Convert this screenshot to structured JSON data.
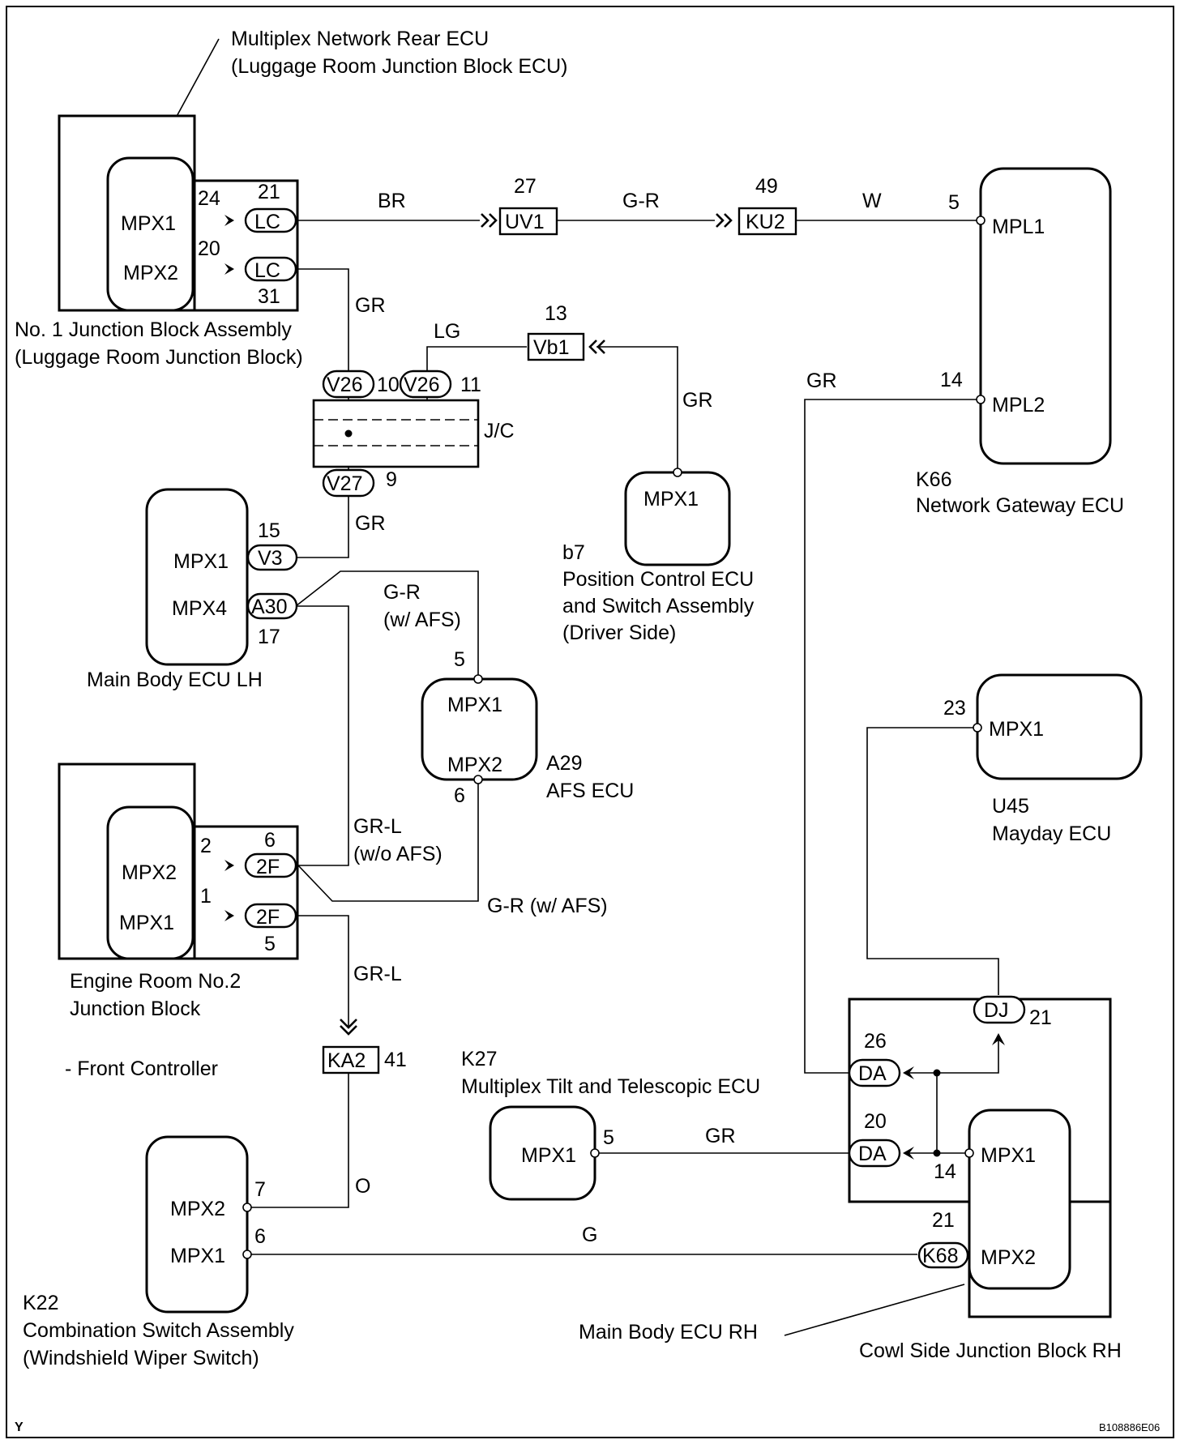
{
  "diagram": {
    "components": {
      "rear_ecu": {
        "name": "Multiplex Network Rear ECU",
        "name2": "(Luggage Room Junction Block ECU)",
        "mpx1": "MPX1",
        "mpx2": "MPX2",
        "pin_mpx1": "24",
        "pin_mpx2": "20"
      },
      "jb1": {
        "name": "No. 1 Junction Block Assembly",
        "name2": "(Luggage Room Junction Block)",
        "conn": "LC",
        "pin_a": "21",
        "pin_b": "31"
      },
      "uv1": {
        "label": "UV1",
        "pin": "27"
      },
      "ku2": {
        "label": "KU2",
        "pin": "49"
      },
      "gateway": {
        "id": "K66",
        "name": "Network Gateway ECU",
        "mpl1": "MPL1",
        "mpl2": "MPL2",
        "pin_mpl1": "5",
        "pin_mpl2": "14"
      },
      "jc": {
        "label": "J/C",
        "v26": "V26",
        "v27": "V27",
        "pin_a": "10",
        "pin_b": "11",
        "pin_c": "9"
      },
      "vb1": {
        "label": "Vb1",
        "pin": "13"
      },
      "position_ecu": {
        "id": "b7",
        "name": "Position Control ECU",
        "name2": "and Switch Assembly",
        "name3": "(Driver Side)",
        "mpx1": "MPX1"
      },
      "main_lh": {
        "name": "Main Body ECU LH",
        "mpx1": "MPX1",
        "mpx4": "MPX4",
        "conn_v3": "V3",
        "conn_a30": "A30",
        "pin_v3": "15",
        "pin_a30": "17"
      },
      "afs": {
        "id": "A29",
        "name": "AFS ECU",
        "mpx1": "MPX1",
        "mpx2": "MPX2",
        "pin_mpx1": "5",
        "pin_mpx2": "6"
      },
      "engine_jb": {
        "name": "Engine Room No.2",
        "name2": "Junction Block",
        "mpx2": "MPX2",
        "mpx1": "MPX1",
        "conn": "2F",
        "pin_mpx2": "2",
        "pin_mpx1": "1",
        "pin_2f_a": "6",
        "pin_2f_b": "5"
      },
      "front_controller": {
        "label": "- Front Controller"
      },
      "ka2": {
        "label": "KA2",
        "pin": "41"
      },
      "mayday": {
        "id": "U45",
        "name": "Mayday ECU",
        "mpx1": "MPX1",
        "pin": "23"
      },
      "tilt": {
        "id": "K27",
        "name": "Multiplex Tilt and Telescopic ECU",
        "mpx1": "MPX1",
        "pin": "5"
      },
      "cowl": {
        "name": "Cowl Side Junction Block RH",
        "dj": "DJ",
        "da": "DA",
        "pin_dj": "21",
        "pin_da_a": "26",
        "pin_da_b": "20",
        "pin_14": "14",
        "pin_21": "21"
      },
      "main_rh": {
        "name": "Main Body ECU RH",
        "mpx1": "MPX1",
        "mpx2": "MPX2",
        "conn": "K68"
      },
      "combo": {
        "id": "K22",
        "name": "Combination Switch Assembly",
        "name2": "(Windshield Wiper Switch)",
        "mpx2": "MPX2",
        "mpx1": "MPX1",
        "pin_mpx2": "7",
        "pin_mpx1": "6"
      }
    },
    "wire_colors": {
      "br": "BR",
      "g_r": "G-R",
      "w": "W",
      "gr": "GR",
      "lg": "LG",
      "gr_l": "GR-L",
      "w_afs": "(w/ AFS)",
      "wo_afs": "(w/o AFS)",
      "g_r_w_afs": "G-R (w/ AFS)",
      "o": "O",
      "g": "G"
    },
    "footer": {
      "left": "Y",
      "right": "B108886E06"
    }
  }
}
